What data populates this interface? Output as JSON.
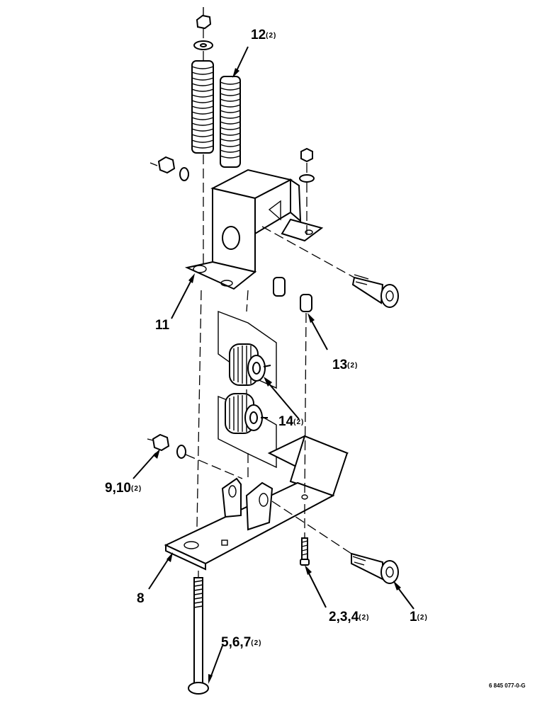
{
  "callouts": [
    {
      "id": "12",
      "num": "12",
      "qty": "(2)"
    },
    {
      "id": "11",
      "num": "11",
      "qty": ""
    },
    {
      "id": "13",
      "num": "13",
      "qty": "(2)"
    },
    {
      "id": "14",
      "num": "14",
      "qty": "(2)"
    },
    {
      "id": "9-10",
      "num": "9,10",
      "qty": "(2)"
    },
    {
      "id": "8",
      "num": "8",
      "qty": ""
    },
    {
      "id": "2-3-4",
      "num": "2,3,4",
      "qty": "(2)"
    },
    {
      "id": "1",
      "num": "1",
      "qty": "(2)"
    },
    {
      "id": "5-6-7",
      "num": "5,6,7",
      "qty": "(2)"
    }
  ],
  "figure_code": "6 845 077-0-G"
}
